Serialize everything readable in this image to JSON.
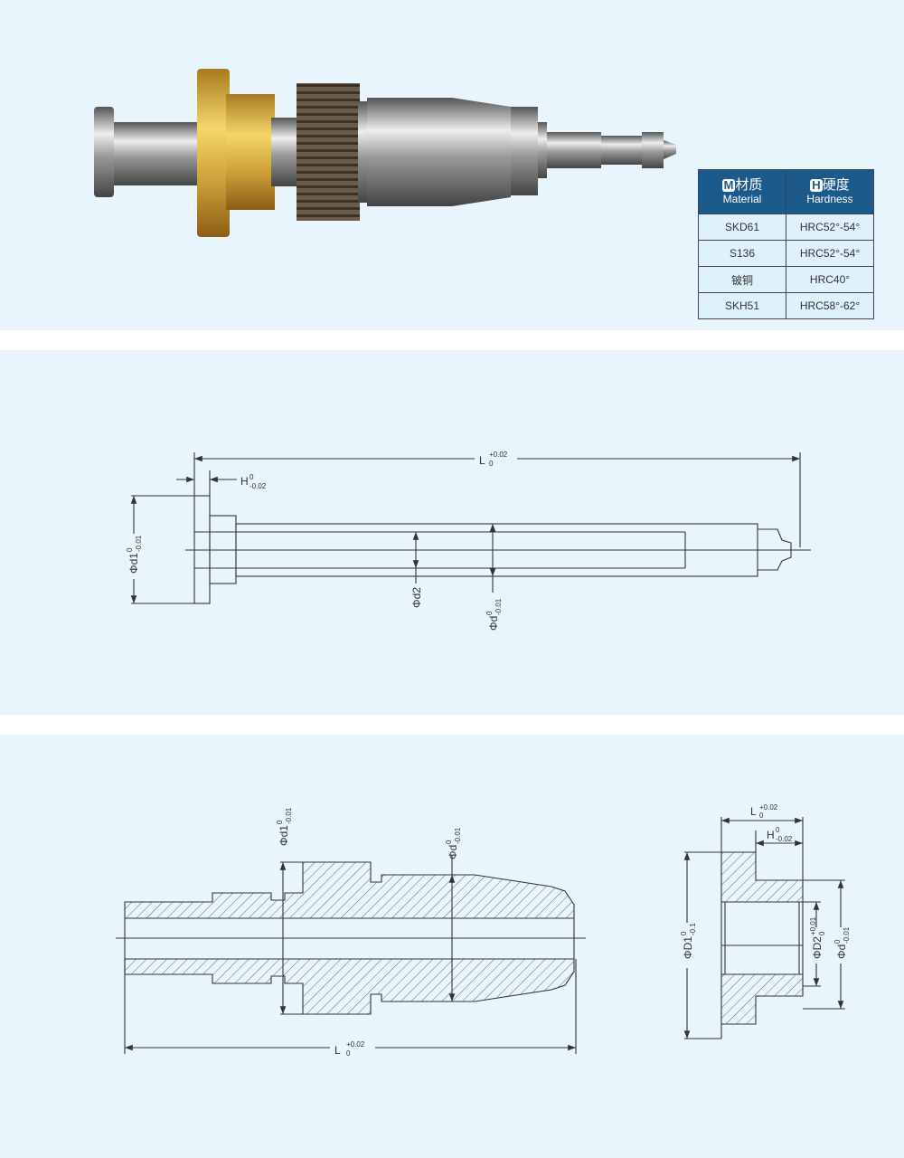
{
  "table": {
    "headers": [
      {
        "badge": "M",
        "cn": "材质",
        "en": "Material"
      },
      {
        "badge": "H",
        "cn": "硬度",
        "en": "Hardness"
      }
    ],
    "rows": [
      {
        "material": "SKD61",
        "hardness": "HRC52°-54°"
      },
      {
        "material": "S136",
        "hardness": "HRC52°-54°"
      },
      {
        "material": "铍铜",
        "hardness": "HRC40°"
      },
      {
        "material": "SKH51",
        "hardness": "HRC58°-62°"
      }
    ]
  },
  "drawing1": {
    "L": "L",
    "L_tol_top": "+0.02",
    "L_tol_bot": "0",
    "H": "H",
    "H_tol_top": "0",
    "H_tol_bot": "-0.02",
    "d1": "Φd1",
    "d1_tol_top": "0",
    "d1_tol_bot": "-0.01",
    "d2": "Φd2",
    "d": "Φd",
    "d_tol_top": "0",
    "d_tol_bot": "-0.01"
  },
  "drawing2": {
    "d1": "Φd1",
    "d1_tol_top": "0",
    "d1_tol_bot": "-0.01",
    "d": "Φd",
    "d_tol_top": "0",
    "d_tol_bot": "-0.01",
    "L": "L",
    "L_tol_top": "+0.02",
    "L_tol_bot": "0"
  },
  "drawing3": {
    "L": "L",
    "L_tol_top": "+0.02",
    "L_tol_bot": "0",
    "H": "H",
    "H_tol_top": "0",
    "H_tol_bot": "-0.02",
    "D1": "ΦD1",
    "D1_tol_top": "0",
    "D1_tol_bot": "-0.1",
    "D2": "ΦD2",
    "D2_tol_top": "+0.01",
    "D2_tol_bot": "0",
    "d": "Φd",
    "d_tol_top": "0",
    "d_tol_bot": "-0.01"
  }
}
